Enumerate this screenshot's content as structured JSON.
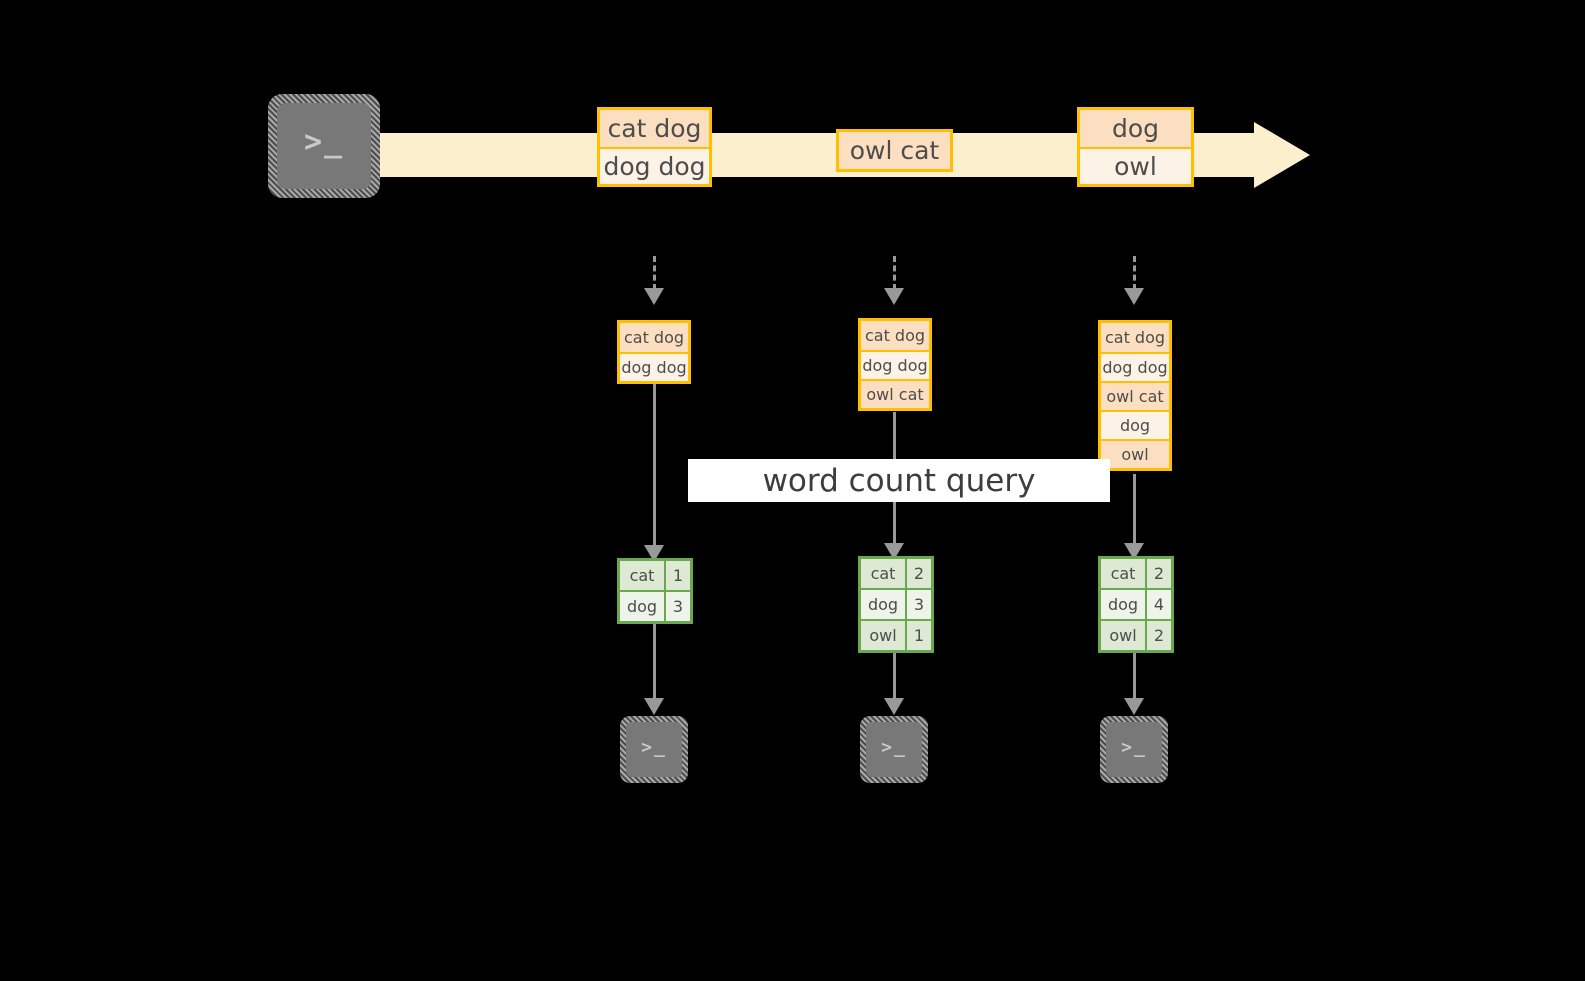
{
  "diagram": {
    "title": "word count query",
    "colors": {
      "background": "#000000",
      "stream_fill": "#fbefce",
      "event_border": "#ffbe00",
      "event_fill_dark": "#fcdfc0",
      "event_fill_light": "#fdf2e6",
      "table_border": "#6aa84f",
      "table_fill_dark": "#dde9d2",
      "table_fill_light": "#eef4ea",
      "connector": "#999999",
      "terminal_gray": "#787878",
      "label_background": "#ffffff",
      "text": "#4d4d4d"
    },
    "source": {
      "icon": "terminal-prompt-icon",
      "glyph": ">_"
    },
    "stream": {
      "events": [
        {
          "id": "event-group-1",
          "lines": [
            "cat dog",
            "dog dog"
          ]
        },
        {
          "id": "event-group-2",
          "lines": [
            "owl cat"
          ]
        },
        {
          "id": "event-group-3",
          "lines": [
            "dog",
            "owl"
          ]
        }
      ]
    },
    "snapshots": [
      {
        "id": "snapshot-1",
        "state_lines": [
          "cat dog",
          "dog dog"
        ],
        "result": {
          "rows": [
            {
              "word": "cat",
              "count": "1"
            },
            {
              "word": "dog",
              "count": "3"
            }
          ]
        },
        "sink": {
          "icon": "terminal-prompt-icon",
          "glyph": ">_"
        }
      },
      {
        "id": "snapshot-2",
        "state_lines": [
          "cat dog",
          "dog dog",
          "owl cat"
        ],
        "result": {
          "rows": [
            {
              "word": "cat",
              "count": "2"
            },
            {
              "word": "dog",
              "count": "3"
            },
            {
              "word": "owl",
              "count": "1"
            }
          ]
        },
        "sink": {
          "icon": "terminal-prompt-icon",
          "glyph": ">_"
        }
      },
      {
        "id": "snapshot-3",
        "state_lines": [
          "cat dog",
          "dog dog",
          "owl cat",
          "dog",
          "owl"
        ],
        "result": {
          "rows": [
            {
              "word": "cat",
              "count": "2"
            },
            {
              "word": "dog",
              "count": "4"
            },
            {
              "word": "owl",
              "count": "2"
            }
          ]
        },
        "sink": {
          "icon": "terminal-prompt-icon",
          "glyph": ">_"
        }
      }
    ]
  }
}
